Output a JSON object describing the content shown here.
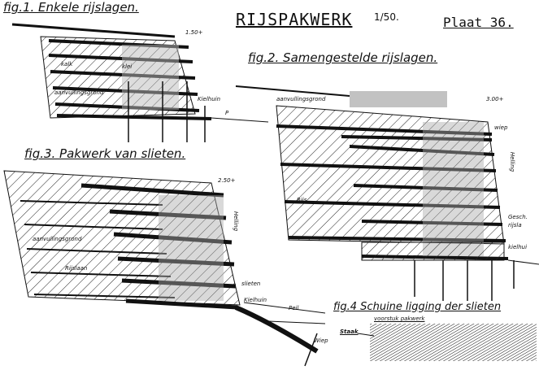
{
  "plate": {
    "title": "RIJSPAKWERK",
    "scale": "1/50.",
    "plate_number": "Plaat 36."
  },
  "figures": [
    {
      "caption": "fig.1. Enkele rijslagen.",
      "labels": [
        "1.50+",
        "kalk",
        "klei",
        "aanvullingsgrond",
        "Kielhuin",
        "P"
      ]
    },
    {
      "caption": "fig.2. Samengestelde rijslagen.",
      "labels": [
        "aanvullingsgrond",
        "3.00+",
        "wiep",
        "Helling",
        "Rijs",
        "Gesch.",
        "rijsla",
        "kielhui"
      ]
    },
    {
      "caption": "fig.3. Pakwerk van slieten.",
      "labels": [
        "2.50+",
        "aanvullingsgrond",
        "Rijslaan",
        "Helling",
        "slieten",
        "Kielhuin",
        "Peil",
        "Wiep"
      ]
    },
    {
      "caption": "fig.4 Schuine ligging der slieten",
      "subcaption": "voorstuk pakwerk",
      "labels": [
        "Staak"
      ]
    }
  ]
}
